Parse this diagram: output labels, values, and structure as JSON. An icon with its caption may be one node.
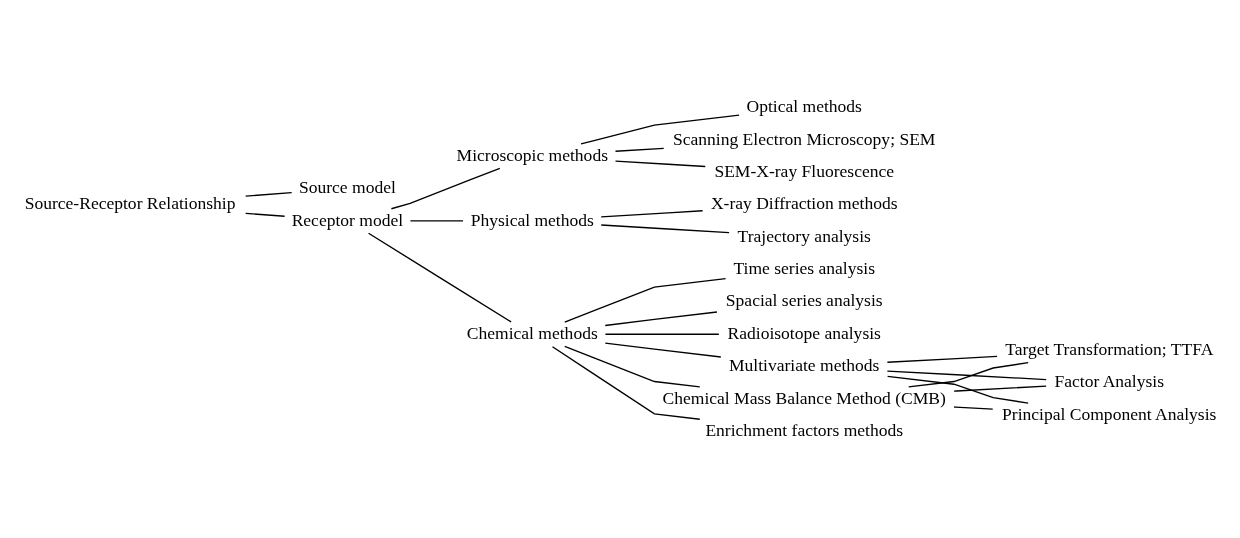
{
  "diagram": {
    "nodes": [
      {
        "text": [
          "Source-Receptor Relationship"
        ]
      },
      {
        "text": [
          "Source model"
        ]
      },
      {
        "text": [
          "Receptor model"
        ]
      },
      {
        "text": [
          "Microscopic methods"
        ]
      },
      {
        "text": [
          "Physical methods"
        ]
      },
      {
        "text": [
          "Chemical methods"
        ]
      },
      {
        "text": [
          "Optical methods"
        ]
      },
      {
        "text": [
          "Scanning Electron Microscopy; SEM"
        ]
      },
      {
        "text": [
          "SEM-X-ray Fluorescence"
        ]
      },
      {
        "text": [
          "Trajectory analysis"
        ]
      },
      {
        "text": [
          "X-ray Diffraction methods"
        ]
      },
      {
        "text": [
          "Chemical Mass Balance Method (CMB)"
        ]
      },
      {
        "text": [
          "Multivariate methods"
        ]
      },
      {
        "text": [
          "Enrichment factors methods"
        ]
      },
      {
        "text": [
          "Time series analysis"
        ]
      },
      {
        "text": [
          "Spacial series analysis"
        ]
      },
      {
        "text": [
          "Radioisotope analysis"
        ]
      },
      {
        "text": [
          "Target Transformation; TTFA"
        ]
      },
      {
        "text": [
          "Factor Analysis"
        ]
      },
      {
        "text": [
          "Principal Component Analysis"
        ]
      }
    ],
    "edges": [
      {
        "from": 0,
        "to": 1,
        "arrow": "none"
      },
      {
        "from": 0,
        "to": 2,
        "arrow": "none"
      },
      {
        "from": 2,
        "to": 3,
        "arrow": "none"
      },
      {
        "from": 2,
        "to": 4,
        "arrow": "none"
      },
      {
        "from": 2,
        "to": 5,
        "arrow": "none"
      },
      {
        "from": 3,
        "to": 6,
        "arrow": "none"
      },
      {
        "from": 3,
        "to": 7,
        "arrow": "none"
      },
      {
        "from": 3,
        "to": 8,
        "arrow": "none"
      },
      {
        "from": 4,
        "to": 9,
        "arrow": "none"
      },
      {
        "from": 4,
        "to": 10,
        "arrow": "none"
      },
      {
        "from": 5,
        "to": 11,
        "arrow": "none"
      },
      {
        "from": 5,
        "to": 12,
        "arrow": "none"
      },
      {
        "from": 5,
        "to": 13,
        "arrow": "none"
      },
      {
        "from": 5,
        "to": 14,
        "arrow": "none"
      },
      {
        "from": 5,
        "to": 15,
        "arrow": "none"
      },
      {
        "from": 5,
        "to": 16,
        "arrow": "none"
      },
      {
        "from": 11,
        "to": 17,
        "arrow": "none"
      },
      {
        "from": 11,
        "to": 18,
        "arrow": "none"
      },
      {
        "from": 11,
        "to": 19,
        "arrow": "none"
      },
      {
        "from": 12,
        "to": 17,
        "arrow": "none"
      },
      {
        "from": 12,
        "to": 18,
        "arrow": "none"
      },
      {
        "from": 12,
        "to": 19,
        "arrow": "none"
      }
    ]
  }
}
